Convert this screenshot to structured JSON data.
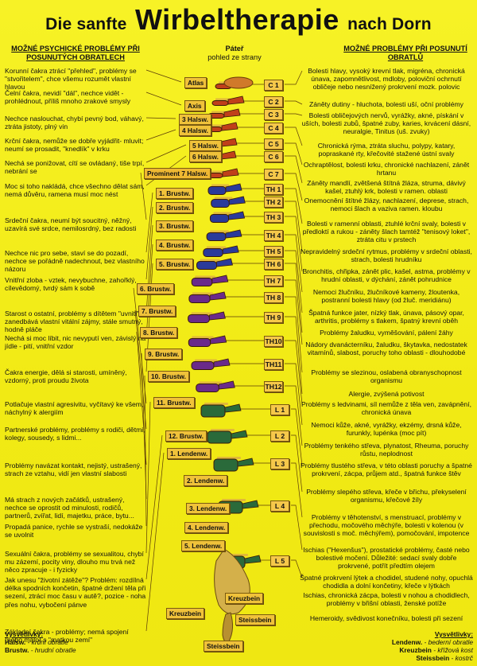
{
  "title": {
    "pre": "Die sanfte",
    "main": "Wirbeltherapie",
    "post": "nach Dorn"
  },
  "headers": {
    "left": "MOŽNÉ PSYCHICKÉ PROBLÉMY PŘI POSUNUTÝCH OBRATLECH",
    "center_title": "Páteř",
    "center_sub": "pohled ze strany",
    "right": "MOŽNÉ PROBLÉMY PŘI POSUNUTÍ OBRATLŮ"
  },
  "left_texts": [
    "Korunní čakra ztrácí \"přehled\", problémy se \"stvořitelem\", chce všemu rozumět vlastní hlavou",
    "Čelní čakra, nevidí \"dál\", nechce vidět - prohlédnout, příliš mnoho zrakové smysly",
    "Nechce naslouchat, chybí pevný bod, váhavý, ztráta jistoty, plný vin",
    "Krční čakra, nemůže se dobře vyjádřit- mluvit; neumí se prosadit, \"knedlík\" v krku",
    "Nechá se ponižovat, cítí se ovládaný, tiše trpí, nebrání se",
    "Moc si toho nakládá, chce všechno dělat sám, nemá důvěru, ramena musí moc nést",
    "Srdeční čakra, neumí být soucitný, něžný, uzavírá své srdce, nemilosrdný, bez radosti",
    "Nechce nic pro sebe, staví se do pozadí, nechce se pořádně nadechnout, bez vlastního názoru",
    "Vnitřní zloba - vztek, nevybuchne, zahořklý, cílevědomý, tvrdý sám k sobě",
    "Starost o ostatní, problémy s dítětem \"uvnitř\", zanedbává vlastní vitální zájmy, stále smutný, hodně pláče",
    "Nechá si moc líbit, nic nevyputí ven, závislý na jídle - pití, vnitřní vzdor",
    "Čakra energie, dělá si starosti, umíněný, vzdorný, proti proudu života",
    "Potlačuje vlastní agresivitu, vyčítavý ke všem, náchylný k alergiím",
    "Partnerské problémy, problémy s rodiči, dětmi, kolegy, sousedy, s lidmi...",
    "Problémy navázat kontakt, nejistý, ustrašený, strach ze vztahu, vidí jen vlastní slabosti",
    "Má strach z nových začátků, ustrašený, nechce se oprostit od minulosti, rodičů, partnerů, zvířat, lidí, majetku, práce, bytu...",
    "Propadá panice, rychle se vystraší, nedokáže se uvolnit",
    "Sexuální čakra, problémy se sexualitou, chybí mu zázemí, pocity viny, dlouho mu trvá než něco zpracuje - i fyzicky",
    "Jak unesu \"životní zátěže\"? Problém: rozdílná délka spodních končetin, špatné držení těla při sezení, ztrácí moc času v autě?, pozice - noha přes nohu, vybočení pánve",
    "Základní čakra - problémy; nemá spojení (nebo málo) s \"matkou zemí\""
  ],
  "left_labels": [
    "Atlas",
    "Axis",
    "3 Halsw.",
    "4 Halsw.",
    "5 Halsw.",
    "6 Halsw.",
    "Prominent 7 Halsw.",
    "1. Brustw.",
    "2. Brustw.",
    "3. Brustw.",
    "4. Brustw.",
    "5. Brustw.",
    "6. Brustw.",
    "7. Brustw.",
    "8. Brustw.",
    "9. Brustw.",
    "10. Brustw.",
    "11. Brustw.",
    "12. Brustw.",
    "1. Lendenw.",
    "2. Lendenw.",
    "3. Lendenw.",
    "4. Lendenw.",
    "5. Lendenw.",
    "Kreuzbein",
    "Kreuzbein",
    "Steissbein",
    "Steissbein"
  ],
  "right_labels": [
    "C 1",
    "C 2",
    "C 3",
    "C 4",
    "C 5",
    "C 6",
    "C 7",
    "TH 1",
    "TH 2",
    "TH 3",
    "TH 4",
    "TH 5",
    "TH 6",
    "TH 7",
    "TH 8",
    "TH 9",
    "TH10",
    "TH11",
    "TH12",
    "L 1",
    "L 2",
    "L 3",
    "L 4",
    "L 5"
  ],
  "right_texts": [
    "Bolesti hlavy, vysoký krevní tlak, migréna, chronická únava, zapomnětlivost, mdloby, poloviční ochrnutí obličeje nebo nesnížený prokrvení mozk. polovic",
    "Záněty dutiny - hluchota, bolesti uší, oční problémy",
    "Bolesti obličejových nervů, vyrážky, akné, pískání v uších, bolesti zubů, špatné zuby, karies, krvácení dásní, neuralgie, Tinitus (uš. zvuky)",
    "Chronická rýma, ztráta sluchu, polypy, katary, popraskané rty, křečovité stažené ústní svaly",
    "Ochraptělost, bolesti krku, chronické nachlazení, zánět hrtanu",
    "Záněty mandlí, zvětšená štítná žláza, struma, dávivý kašel, ztuhlý krk, bolesti v ramen. oblasti",
    "Onemocnění štítné žlázy, nachlazení, deprese, strach, nemoci šlach a vaziva ramen. kloubu",
    "Bolesti v ramenní oblasti, ztuhlé krční svaly, bolesti v předloktí a rukou - záněty šlach tamtéž \"tenisový loket\", ztráta citu v prstech",
    "Nepravidelný srdeční rytmus, problémy v srdeční oblasti, strach, bolesti hrudníku",
    "Bronchitis, chřipka, zánět plic, kašel, astma, problémy v hrudní oblasti, v dýchání, zánět pohrudnice",
    "Nemoci žlučníku, žlučníkové kameny, žloutenka, postranní bolesti hlavy (od žluč. meridiánu)",
    "Špatná funkce jater, nízký tlak, únava, pásový opar, arthritis, problémy s tlakem, špatný krevní oběh",
    "Problémy žaludku, vyměšování, pálení žáhy",
    "Nádory dvanácterníku, žaludku, škytavka, nedostatek vitamínů, slabost, poruchy toho oblasti - dlouhodobé",
    "Problémy se slezinou, oslabená obranyschopnost organismu",
    "Alergie, zvýšená potivost",
    "Problémy s ledvinami, síl nemůže z těla ven, zavápnění, chronická únava",
    "Nemoci kůže, akné, vyrážky, ekzémy, drsná kůže, furunkly, lupénka (moc pít)",
    "Problémy tenkého střeva, plynatost, Rheuma, poruchy růstu, neplodnost",
    "Problémy tlustého střeva, v této oblasti poruchy a špatné prokrvení, zácpa, průjem atd., špatná funkce štěv",
    "Problémy slepého střeva, křeče v břichu, překyselení organismu, křečové žíly",
    "Problémy v těhotenství, s menstruací, problémy v přechodu, močového měchýře, bolesti v kolenou (v souvislosti s moč. měchýřem), pomočování, impotence",
    "Ischias (\"Hexenšus\"), prostatické problémy, časté nebo bolestivé močení. Důležité: sedací svaly dobře prokrvené, potřít předtím olejem",
    "Špatné prokrvení lýtek a chodidel, studené nohy, opuchlá chodidla a dolní končetiny, křeče v lýtkách",
    "Ischias, chronická zácpa, bolesti v nohou a chodidlech, problémy v břišní oblasti, ženské potíže",
    "Hemeroidy, svědivost konečníku, bolesti při sezení"
  ],
  "legend_left": {
    "title": "Vysvětlivky:",
    "l1a": "Halsw.",
    "l1b": " - krční obratle",
    "l2a": "Brustw.",
    "l2b": " - hrudní obratle"
  },
  "legend_right": {
    "title": "Vysvětlivky:",
    "l1a": "Lendenw.",
    "l1b": " - bederní obratle",
    "l2a": "Kreuzbein",
    "l2b": " - křížová kost",
    "l3a": "Steissbein",
    "l3b": " - kostrč"
  },
  "colors": {
    "background": "#f3ee1c",
    "label": "#f0c23a",
    "cervical": "#c0401a",
    "thoracic_upper": "#2a3a9a",
    "thoracic_lower": "#6a2a8a",
    "lumbar": "#2a6a3a",
    "sacrum": "#d4b04a",
    "disc": "#e0b83a"
  }
}
